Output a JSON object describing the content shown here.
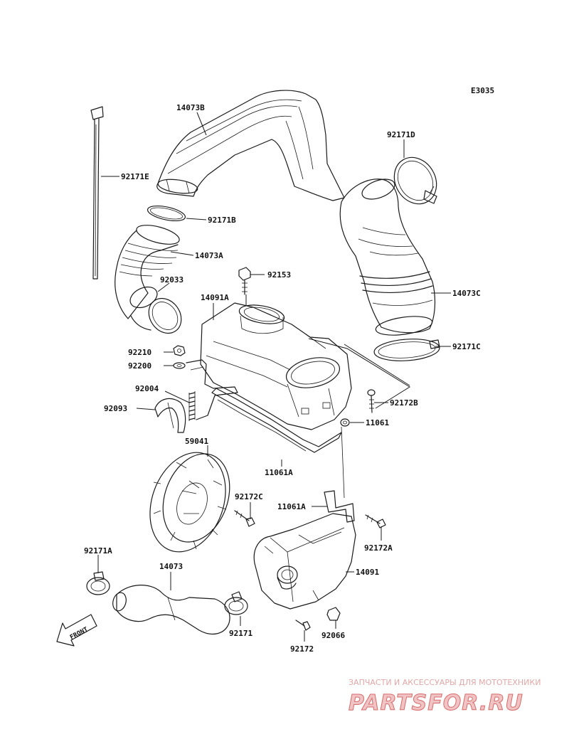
{
  "diagram_code": "E3035",
  "front_label": "FRONT",
  "parts": {
    "p14073B": "14073B",
    "p92171E": "92171E",
    "p92171D": "92171D",
    "p92171B": "92171B",
    "p14073A": "14073A",
    "p92153": "92153",
    "p92033": "92033",
    "p14091A": "14091A",
    "p14073C": "14073C",
    "p92210": "92210",
    "p92171C": "92171C",
    "p92200": "92200",
    "p92004": "92004",
    "p92172B": "92172B",
    "p92093": "92093",
    "p11061": "11061",
    "p59041": "59041",
    "p11061A_1": "11061A",
    "p92172C": "92172C",
    "p11061A_2": "11061A",
    "p92172A": "92172A",
    "p92171A": "92171A",
    "p14073": "14073",
    "p14091": "14091",
    "p92171": "92171",
    "p92066": "92066",
    "p92172": "92172"
  },
  "watermark": {
    "line1": "ЗАПЧАСТИ И АКСЕССУАРЫ ДЛЯ МОТОТЕХНИКИ",
    "line2": "PARTSFOR.RU",
    "color_primary": "#e5a0a0",
    "color_outline": "#c44444"
  }
}
